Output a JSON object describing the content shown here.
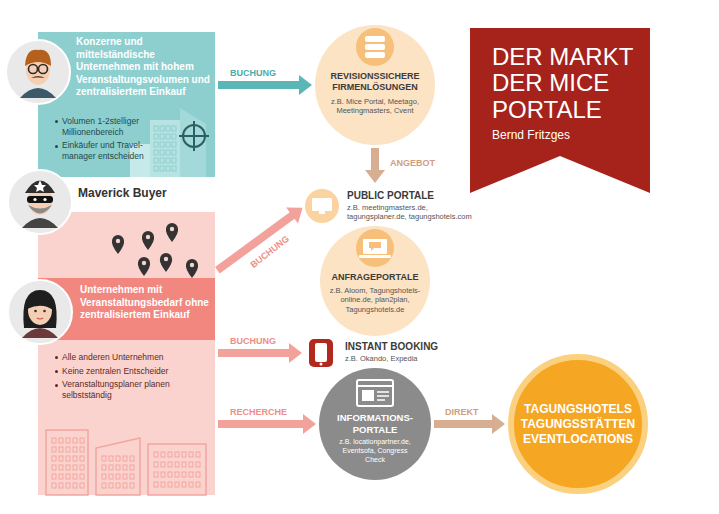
{
  "diagram": {
    "nodes": [
      {
        "text": [
          "Konzerne und mittelständische Unternehmen mit hohem Veranstaltungsvolumen und zentralisiertem Einkauf",
          "Volumen 1-2stelliger Millionenbereich",
          "Einkäufer und Travel- manager entscheiden"
        ]
      },
      {
        "text": [
          "REVISIONSSICHERE FIRMENLÖSUNGEN",
          "z.B. Mice Portal, Meetago, Meetingmasters, Cvent"
        ]
      },
      {
        "text": [
          "DER MARKT DER MICE PORTALE",
          "Bernd Fritzges"
        ]
      },
      {
        "text": [
          "PUBLIC PORTALE",
          "z.B. meetingmasters.de, tagungsplaner.de, tagungshotels.com"
        ]
      },
      {
        "text": [
          "ANFRAGEPORTALE",
          "z.B. Aloom, Tagungshotels-online.de, plan2plan, Tagungshotels.de"
        ]
      },
      {
        "text": [
          "Unternehmen mit Veranstaltungsbedarf ohne zentralisiertem Einkauf",
          "Alle anderen Unternehmen",
          "Keine zentralen Entscheider",
          "Veranstaltungsplaner planen selbstständig"
        ]
      },
      {
        "text": [
          "INSTANT BOOKING",
          "z.B. Okando, Expedia"
        ]
      },
      {
        "text": [
          "INFORMATIONS- PORTALE",
          "z.B. locationpartner.de, Eventsofa, Congress Check"
        ]
      },
      {
        "text": [
          "TAGUNGSHOTELS TAGUNGSSTÄTTEN EVENTLOCATIONS"
        ]
      }
    ],
    "edges": [
      {
        "from": 0,
        "to": 1,
        "label": "BUCHUNG",
        "arrow": "to"
      },
      {
        "from": 1,
        "to": 3,
        "label": "ANGEBOT",
        "arrow": "to"
      },
      {
        "from": 5,
        "to": 3,
        "label": "BUCHUNG",
        "arrow": "to"
      },
      {
        "from": 5,
        "to": 6,
        "label": "BUCHUNG",
        "arrow": "to"
      },
      {
        "from": 5,
        "to": 7,
        "label": "RECHERCHE",
        "arrow": "to"
      },
      {
        "from": 7,
        "to": 8,
        "label": "DIREKT",
        "arrow": "to"
      }
    ],
    "labels": [
      "Maverick Buyer"
    ]
  }
}
